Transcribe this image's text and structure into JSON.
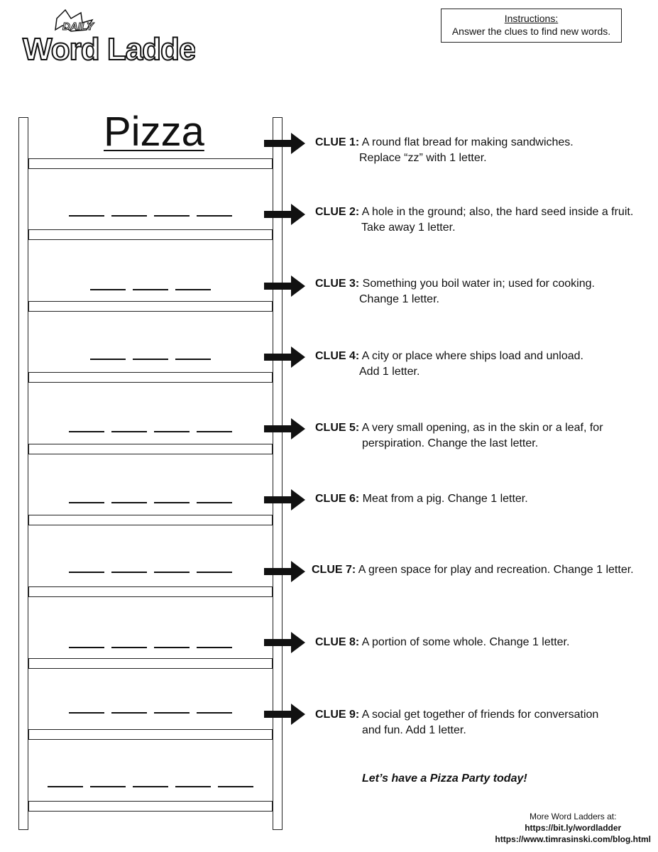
{
  "logo": {
    "small": "DAILY",
    "main": "Word Ladders"
  },
  "instructions": {
    "title": "Instructions:",
    "text": "Answer the clues to find new words."
  },
  "start_word": "Pizza",
  "clues": [
    {
      "label": "CLUE 1:",
      "line1": " A round flat bread for making sandwiches.",
      "line2": "Replace “zz” with 1 letter."
    },
    {
      "label": "CLUE 2:",
      "line1": " A hole in the ground; also, the hard seed inside a fruit.",
      "line2": "Take away 1 letter."
    },
    {
      "label": "CLUE 3:",
      "line1": " Something you boil water in; used for cooking.",
      "line2": "Change 1 letter."
    },
    {
      "label": "CLUE 4:",
      "line1": " A city or place where ships load and unload.",
      "line2": "Add 1 letter."
    },
    {
      "label": "CLUE 5:",
      "line1": " A very small opening, as in the skin or a leaf, for",
      "line2": "perspiration.  Change the last letter."
    },
    {
      "label": "CLUE 6:",
      "line1": " Meat from a pig.  Change 1 letter.",
      "line2": ""
    },
    {
      "label": "CLUE 7:",
      "line1": " A green space for play and recreation.  Change 1 letter.",
      "line2": ""
    },
    {
      "label": "CLUE 8:",
      "line1": " A portion of some whole.   Change 1 letter.",
      "line2": ""
    },
    {
      "label": "CLUE 9:",
      "line1": " A social get together of friends for conversation",
      "line2": "and fun.  Add 1 letter."
    }
  ],
  "closing": "Let’s have a Pizza Party today!",
  "footer": {
    "line1": "More Word Ladders at:",
    "url1": "https://bit.ly/wordladder",
    "url2": "https://www.timrasinski.com/blog.html"
  }
}
